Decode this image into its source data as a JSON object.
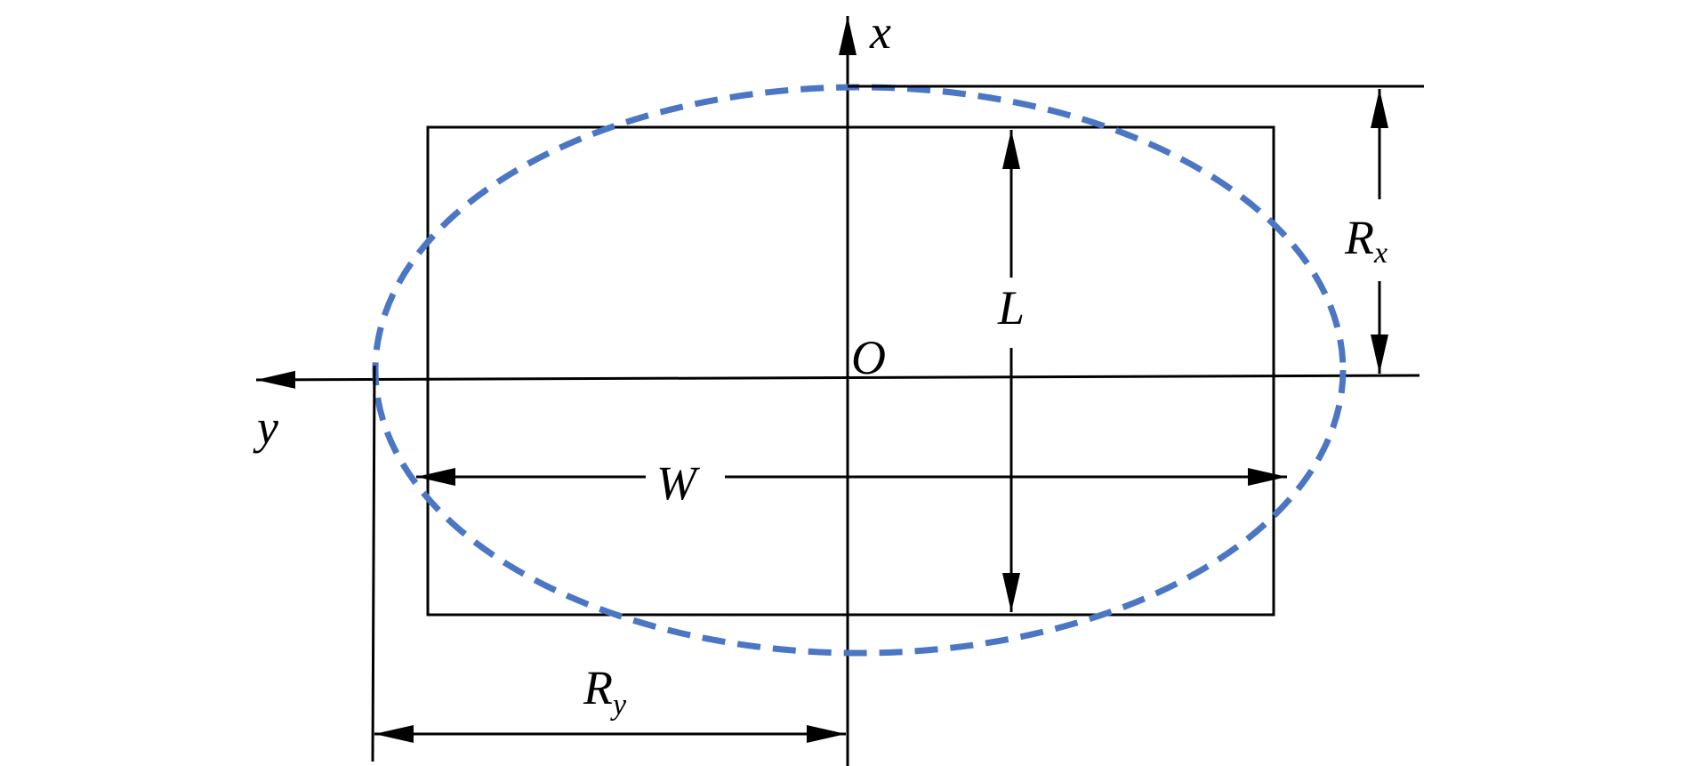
{
  "colors": {
    "line": "#000000",
    "ellipse": "#4a76c4",
    "background": "#ffffff"
  },
  "labels": {
    "x_axis": "x",
    "y_axis": "y",
    "origin": "O",
    "length": "L",
    "width": "W",
    "rx_main": "R",
    "rx_sub": "x",
    "ry_main": "R",
    "ry_sub": "y"
  }
}
